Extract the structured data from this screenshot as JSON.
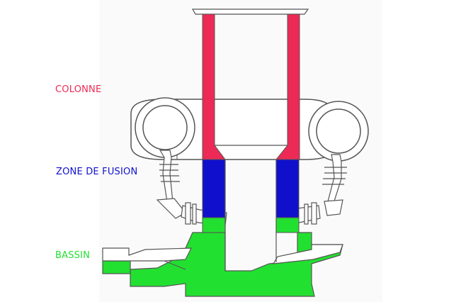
{
  "labels": {
    "colonne": "COLONNE",
    "zone_de_fusion": "ZONE DE FUSION",
    "bassin": "BASSIN"
  },
  "colors": {
    "colonne": "#ec2a55",
    "zone_de_fusion": "#1010cc",
    "bassin": "#22e030",
    "outline": "#555555",
    "background": "#ffffff"
  }
}
